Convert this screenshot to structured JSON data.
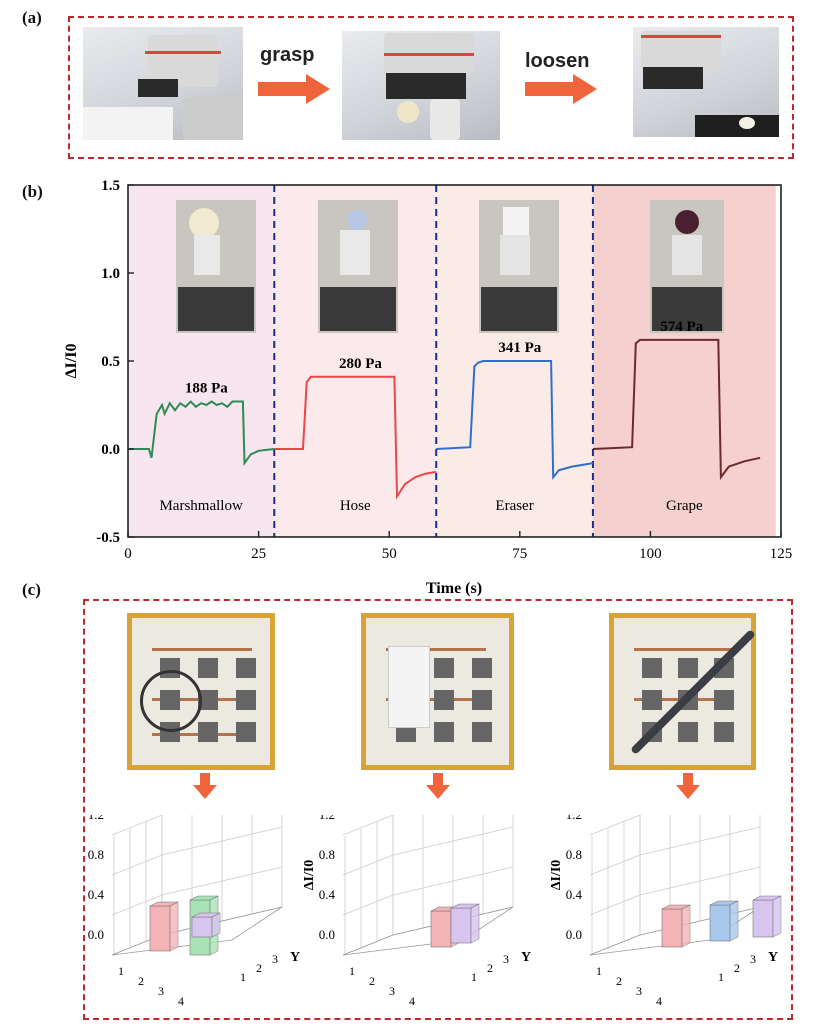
{
  "panels": {
    "a": "(a)",
    "b": "(b)",
    "c": "(c)"
  },
  "panel_a": {
    "arrow1_label": "grasp",
    "arrow2_label": "loosen"
  },
  "chart_data": {
    "type": "line",
    "xlabel": "Time (s)",
    "ylabel": "ΔI/I0",
    "xlim": [
      0,
      125
    ],
    "ylim": [
      -0.5,
      1.5
    ],
    "xticks": [
      0,
      25,
      50,
      75,
      100,
      125
    ],
    "yticks": [
      -0.5,
      0.0,
      0.5,
      1.0,
      1.5
    ],
    "ytick_labels": [
      "-0.5",
      "0.0",
      "0.5",
      "1.0",
      "1.5"
    ],
    "regions": [
      {
        "x": [
          0,
          28
        ],
        "label": "Marshmallow",
        "color": "#f7e6ef"
      },
      {
        "x": [
          28,
          59
        ],
        "label": "Hose",
        "color": "#fbe9ec"
      },
      {
        "x": [
          59,
          89
        ],
        "label": "Eraser",
        "color": "#fbebe6"
      },
      {
        "x": [
          89,
          124
        ],
        "label": "Grape",
        "color": "#f6cfcf"
      }
    ],
    "series": [
      {
        "color": "#2e8b57",
        "annotation": "188 Pa",
        "points": [
          [
            0,
            0
          ],
          [
            4,
            0
          ],
          [
            4.5,
            -0.05
          ],
          [
            5.5,
            0.2
          ],
          [
            6.5,
            0.25
          ],
          [
            7,
            0.2
          ],
          [
            8,
            0.26
          ],
          [
            9,
            0.22
          ],
          [
            10,
            0.26
          ],
          [
            11,
            0.24
          ],
          [
            12,
            0.27
          ],
          [
            13,
            0.24
          ],
          [
            14,
            0.26
          ],
          [
            15,
            0.25
          ],
          [
            16,
            0.27
          ],
          [
            17,
            0.25
          ],
          [
            18,
            0.26
          ],
          [
            19,
            0.24
          ],
          [
            20,
            0.27
          ],
          [
            22,
            0.27
          ],
          [
            22.3,
            -0.08
          ],
          [
            23.5,
            -0.03
          ],
          [
            25,
            -0.01
          ],
          [
            28,
            0
          ]
        ]
      },
      {
        "color": "#e8474a",
        "annotation": "280 Pa",
        "points": [
          [
            28,
            0
          ],
          [
            33.5,
            0
          ],
          [
            34.2,
            0.38
          ],
          [
            35,
            0.41
          ],
          [
            51,
            0.41
          ],
          [
            51.5,
            -0.27
          ],
          [
            53,
            -0.2
          ],
          [
            55,
            -0.16
          ],
          [
            57,
            -0.14
          ],
          [
            59,
            -0.13
          ]
        ]
      },
      {
        "color": "#2f6fd0",
        "annotation": "341 Pa",
        "points": [
          [
            59,
            0
          ],
          [
            65.5,
            0.01
          ],
          [
            66.3,
            0.47
          ],
          [
            67,
            0.49
          ],
          [
            68,
            0.5
          ],
          [
            81,
            0.5
          ],
          [
            81.4,
            -0.16
          ],
          [
            82.5,
            -0.12
          ],
          [
            85,
            -0.1
          ],
          [
            89,
            -0.08
          ]
        ]
      },
      {
        "color": "#6b2a2c",
        "annotation": "574 Pa",
        "points": [
          [
            89,
            0
          ],
          [
            96.5,
            0.01
          ],
          [
            97.2,
            0.6
          ],
          [
            98,
            0.62
          ],
          [
            113,
            0.62
          ],
          [
            113.5,
            -0.16
          ],
          [
            115,
            -0.1
          ],
          [
            118,
            -0.07
          ],
          [
            121,
            -0.05
          ]
        ]
      }
    ]
  },
  "panel_c": {
    "zlabel": "ΔI/I0",
    "zticks": [
      "1.2",
      "0.8",
      "0.4",
      "0.0"
    ],
    "x_ticks": [
      "1",
      "2",
      "3",
      "4"
    ],
    "y_ticks": [
      "1",
      "2",
      "3"
    ],
    "ylabel": "Y",
    "bars": [
      [
        {
          "value": 0.45,
          "color": "#f4b3b5"
        },
        {
          "value": 0.55,
          "color": "#a8e3b6"
        },
        {
          "value": 0.2,
          "color": "#d7c4ef"
        }
      ],
      [
        {
          "value": 0.36,
          "color": "#f4b3b5"
        },
        {
          "value": 0.35,
          "color": "#d7c4ef"
        }
      ],
      [
        {
          "value": 0.38,
          "color": "#f4b3b5"
        },
        {
          "value": 0.36,
          "color": "#a9c8ee"
        },
        {
          "value": 0.37,
          "color": "#d7c4ef"
        }
      ]
    ]
  }
}
